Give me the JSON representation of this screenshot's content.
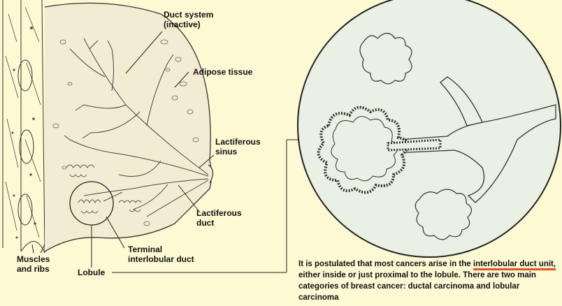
{
  "labels": {
    "duct_system": "Duct system\n(inactive)",
    "adipose": "Adipose tissue",
    "sinus": "Lactiferous\nsinus",
    "duct": "Lactiferous\nduct",
    "terminal": "Terminal\ninterlobular duct",
    "lobule": "Lobule",
    "muscles": "Muscles\nand ribs"
  },
  "caption": {
    "pre": "It is postulated that most cancers arise in the ",
    "highlight": "interlobular duct unit,",
    "post": " either inside or just proximal to the lobule.  There are two main categories of breast cancer: ductal carcinoma and lobular carcinoma"
  },
  "colors": {
    "background": "#fdf9d3",
    "circle_fill": "#eaf0e4",
    "highlight": "#e8501e"
  }
}
